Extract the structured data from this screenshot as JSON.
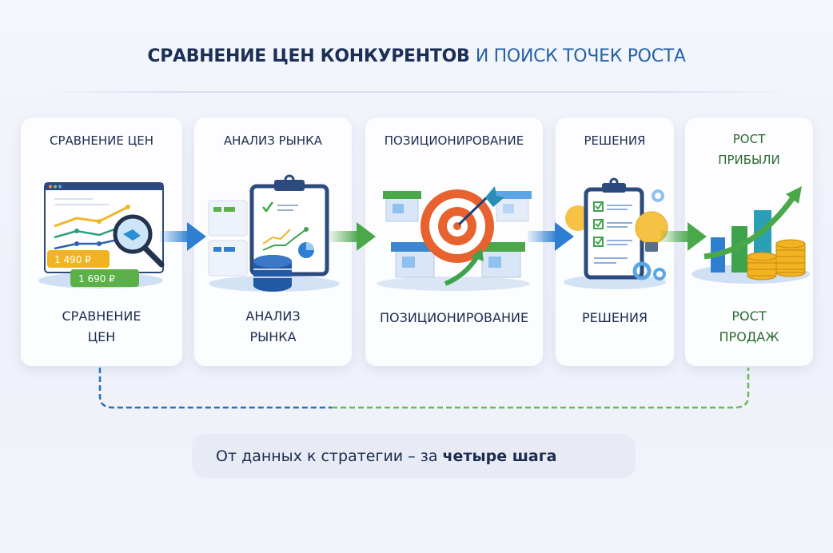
{
  "header": {
    "title_main": "СРАВНЕНИЕ ЦЕН КОНКУРЕНТОВ",
    "title_accent": "И ПОИСК ТОЧЕК РОСТА"
  },
  "colors": {
    "navy": "#1b2f57",
    "accent_blue": "#2461a8",
    "green": "#4aa84a",
    "orange": "#e8622f",
    "yellow": "#f2b322"
  },
  "steps": [
    {
      "top_label": "СРАВНЕНИЕ ЦЕН",
      "bottom_label_1": "СРАВНЕНИЕ",
      "bottom_label_2": "ЦЕН",
      "icon": "price-chart-magnifier",
      "price_tags": [
        "1 490 ₽",
        "1 690 ₽"
      ]
    },
    {
      "top_label": "АНАЛИЗ РЫНКА",
      "bottom_label_1": "АНАЛИЗ",
      "bottom_label_2": "РЫНКА",
      "icon": "clipboard-database"
    },
    {
      "top_label": "ПОЗИЦИОНИРОВАНИЕ",
      "bottom_label_1": "ПОЗИЦИОНИРОВАНИЕ",
      "icon": "target-stores"
    },
    {
      "top_label": "РЕШЕНИЯ",
      "bottom_label_1": "РЕШЕНИЯ",
      "icon": "checklist-lightbulb"
    },
    {
      "top_label_1": "РОСТ",
      "top_label_2": "ПРИБЫЛИ",
      "bottom_label_1": "РОСТ",
      "bottom_label_2": "ПРОДАЖ",
      "icon": "growth-bars-coins"
    }
  ],
  "footer": {
    "text_regular": "От данных к стратегии – за ",
    "text_bold": "четыре шага"
  }
}
